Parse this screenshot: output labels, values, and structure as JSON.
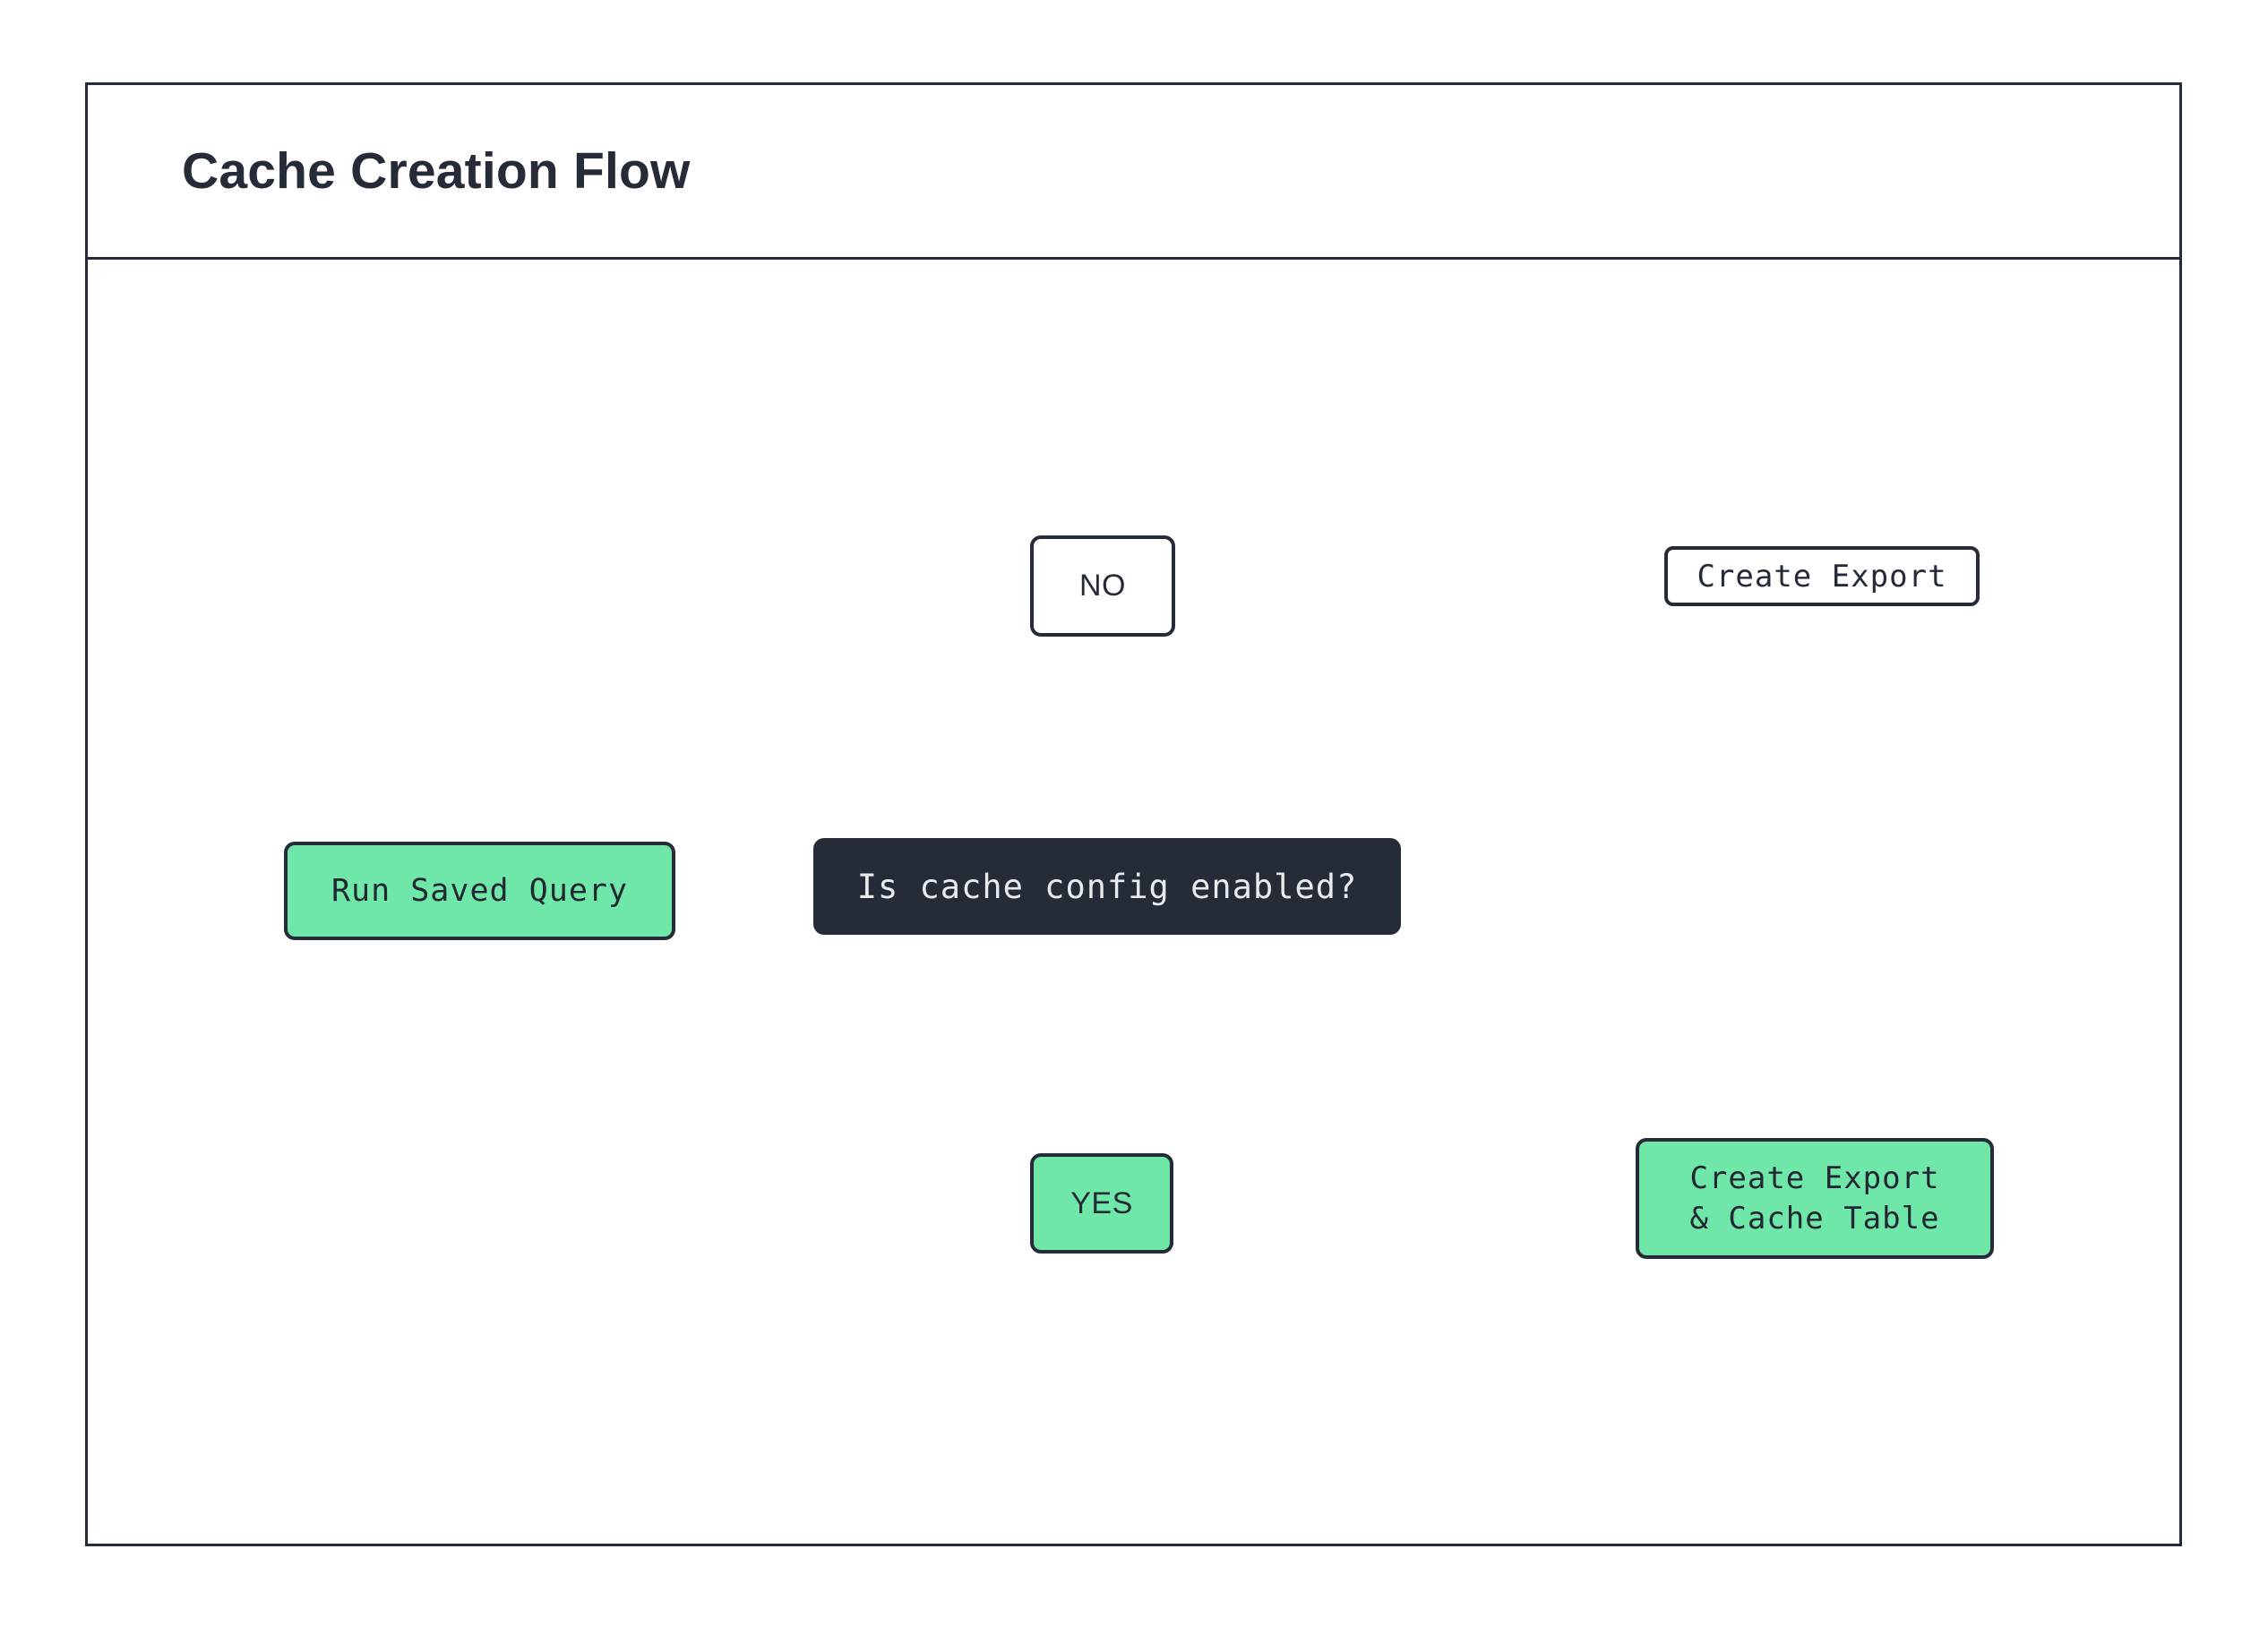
{
  "diagram": {
    "title": "Cache Creation Flow",
    "type": "flowchart",
    "colors": {
      "stroke": "#262b38",
      "accent_green": "#6ee7a8",
      "decision_bg": "#262b38",
      "decision_text": "#e8eaee",
      "node_bg": "#ffffff",
      "page_bg": "#ffffff"
    },
    "nodes": {
      "run_saved_query": {
        "label": "Run Saved Query",
        "shape": "rounded-rect",
        "fill": "green"
      },
      "decision": {
        "label": "Is cache config enabled?",
        "shape": "rounded-rect",
        "fill": "dark"
      },
      "branch_no": {
        "label": "NO",
        "shape": "rounded-rect",
        "fill": "white"
      },
      "branch_yes": {
        "label": "YES",
        "shape": "rounded-rect",
        "fill": "green"
      },
      "create_export": {
        "label": "Create Export",
        "shape": "database-cylinder",
        "fill": "white"
      },
      "create_export_cache": {
        "line1": "Create Export",
        "line2": "& Cache Table",
        "shape": "database-cylinder",
        "fill": "green"
      }
    },
    "edges": [
      {
        "from": "run_saved_query",
        "to": "decision",
        "label": ""
      },
      {
        "from": "decision",
        "to": "branch_no",
        "label": "NO"
      },
      {
        "from": "decision",
        "to": "branch_yes",
        "label": "YES"
      },
      {
        "from": "branch_no",
        "to": "create_export",
        "label": ""
      },
      {
        "from": "branch_yes",
        "to": "create_export_cache",
        "label": ""
      }
    ]
  }
}
